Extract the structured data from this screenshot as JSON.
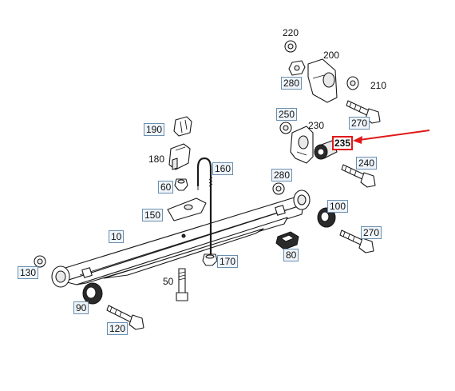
{
  "diagram": {
    "callout_color": "#e01818",
    "label_box_color": "#6a8fb0",
    "labels": [
      {
        "id": "220",
        "text": "220",
        "boxed": false
      },
      {
        "id": "200",
        "text": "200",
        "boxed": false
      },
      {
        "id": "280a",
        "text": "280",
        "boxed": true
      },
      {
        "id": "210",
        "text": "210",
        "boxed": false
      },
      {
        "id": "270a",
        "text": "270",
        "boxed": true
      },
      {
        "id": "250",
        "text": "250",
        "boxed": true
      },
      {
        "id": "230",
        "text": "230",
        "boxed": false
      },
      {
        "id": "235",
        "text": "235",
        "boxed": true,
        "highlighted": true
      },
      {
        "id": "190",
        "text": "190",
        "boxed": true
      },
      {
        "id": "180",
        "text": "180",
        "boxed": false
      },
      {
        "id": "160",
        "text": "160",
        "boxed": true
      },
      {
        "id": "240",
        "text": "240",
        "boxed": true
      },
      {
        "id": "280b",
        "text": "280",
        "boxed": true
      },
      {
        "id": "60",
        "text": "60",
        "boxed": true
      },
      {
        "id": "100",
        "text": "100",
        "boxed": true
      },
      {
        "id": "150",
        "text": "150",
        "boxed": true
      },
      {
        "id": "270b",
        "text": "270",
        "boxed": true
      },
      {
        "id": "10",
        "text": "10",
        "boxed": true
      },
      {
        "id": "80",
        "text": "80",
        "boxed": true
      },
      {
        "id": "130",
        "text": "130",
        "boxed": true
      },
      {
        "id": "170",
        "text": "170",
        "boxed": true
      },
      {
        "id": "50",
        "text": "50",
        "boxed": false
      },
      {
        "id": "90",
        "text": "90",
        "boxed": true
      },
      {
        "id": "120",
        "text": "120",
        "boxed": true
      }
    ]
  }
}
